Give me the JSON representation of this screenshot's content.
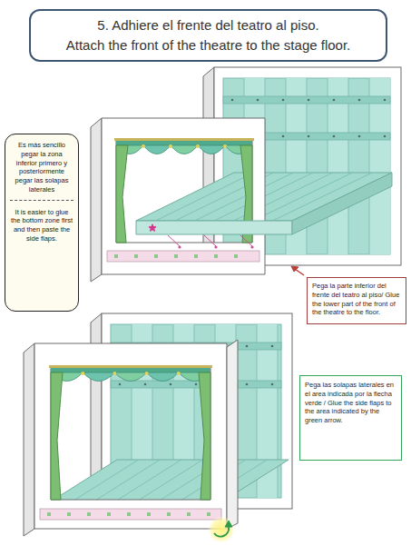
{
  "diagram": {
    "nodes": [
      {
        "text": [
          "5. Adhiere el frente del teatro al piso.",
          "Attach the front of the theatre to the stage floor."
        ]
      },
      {
        "text": [
          "Es más sencillo pegar la zona inferior primero y posteriormente pegar las solapas laterales",
          "It is easier to glue the bottom zone first and then paste the side flaps."
        ]
      },
      {
        "text": [
          "Pega la parte inferior del frente del teatro al piso/ Glue the lower part of the front of the theatre to the floor."
        ]
      },
      {
        "text": [
          "Pega las solapas laterales en el area indicada por la flecha verde / Glue the side flaps to the area indicated by the green arrow."
        ]
      }
    ]
  }
}
